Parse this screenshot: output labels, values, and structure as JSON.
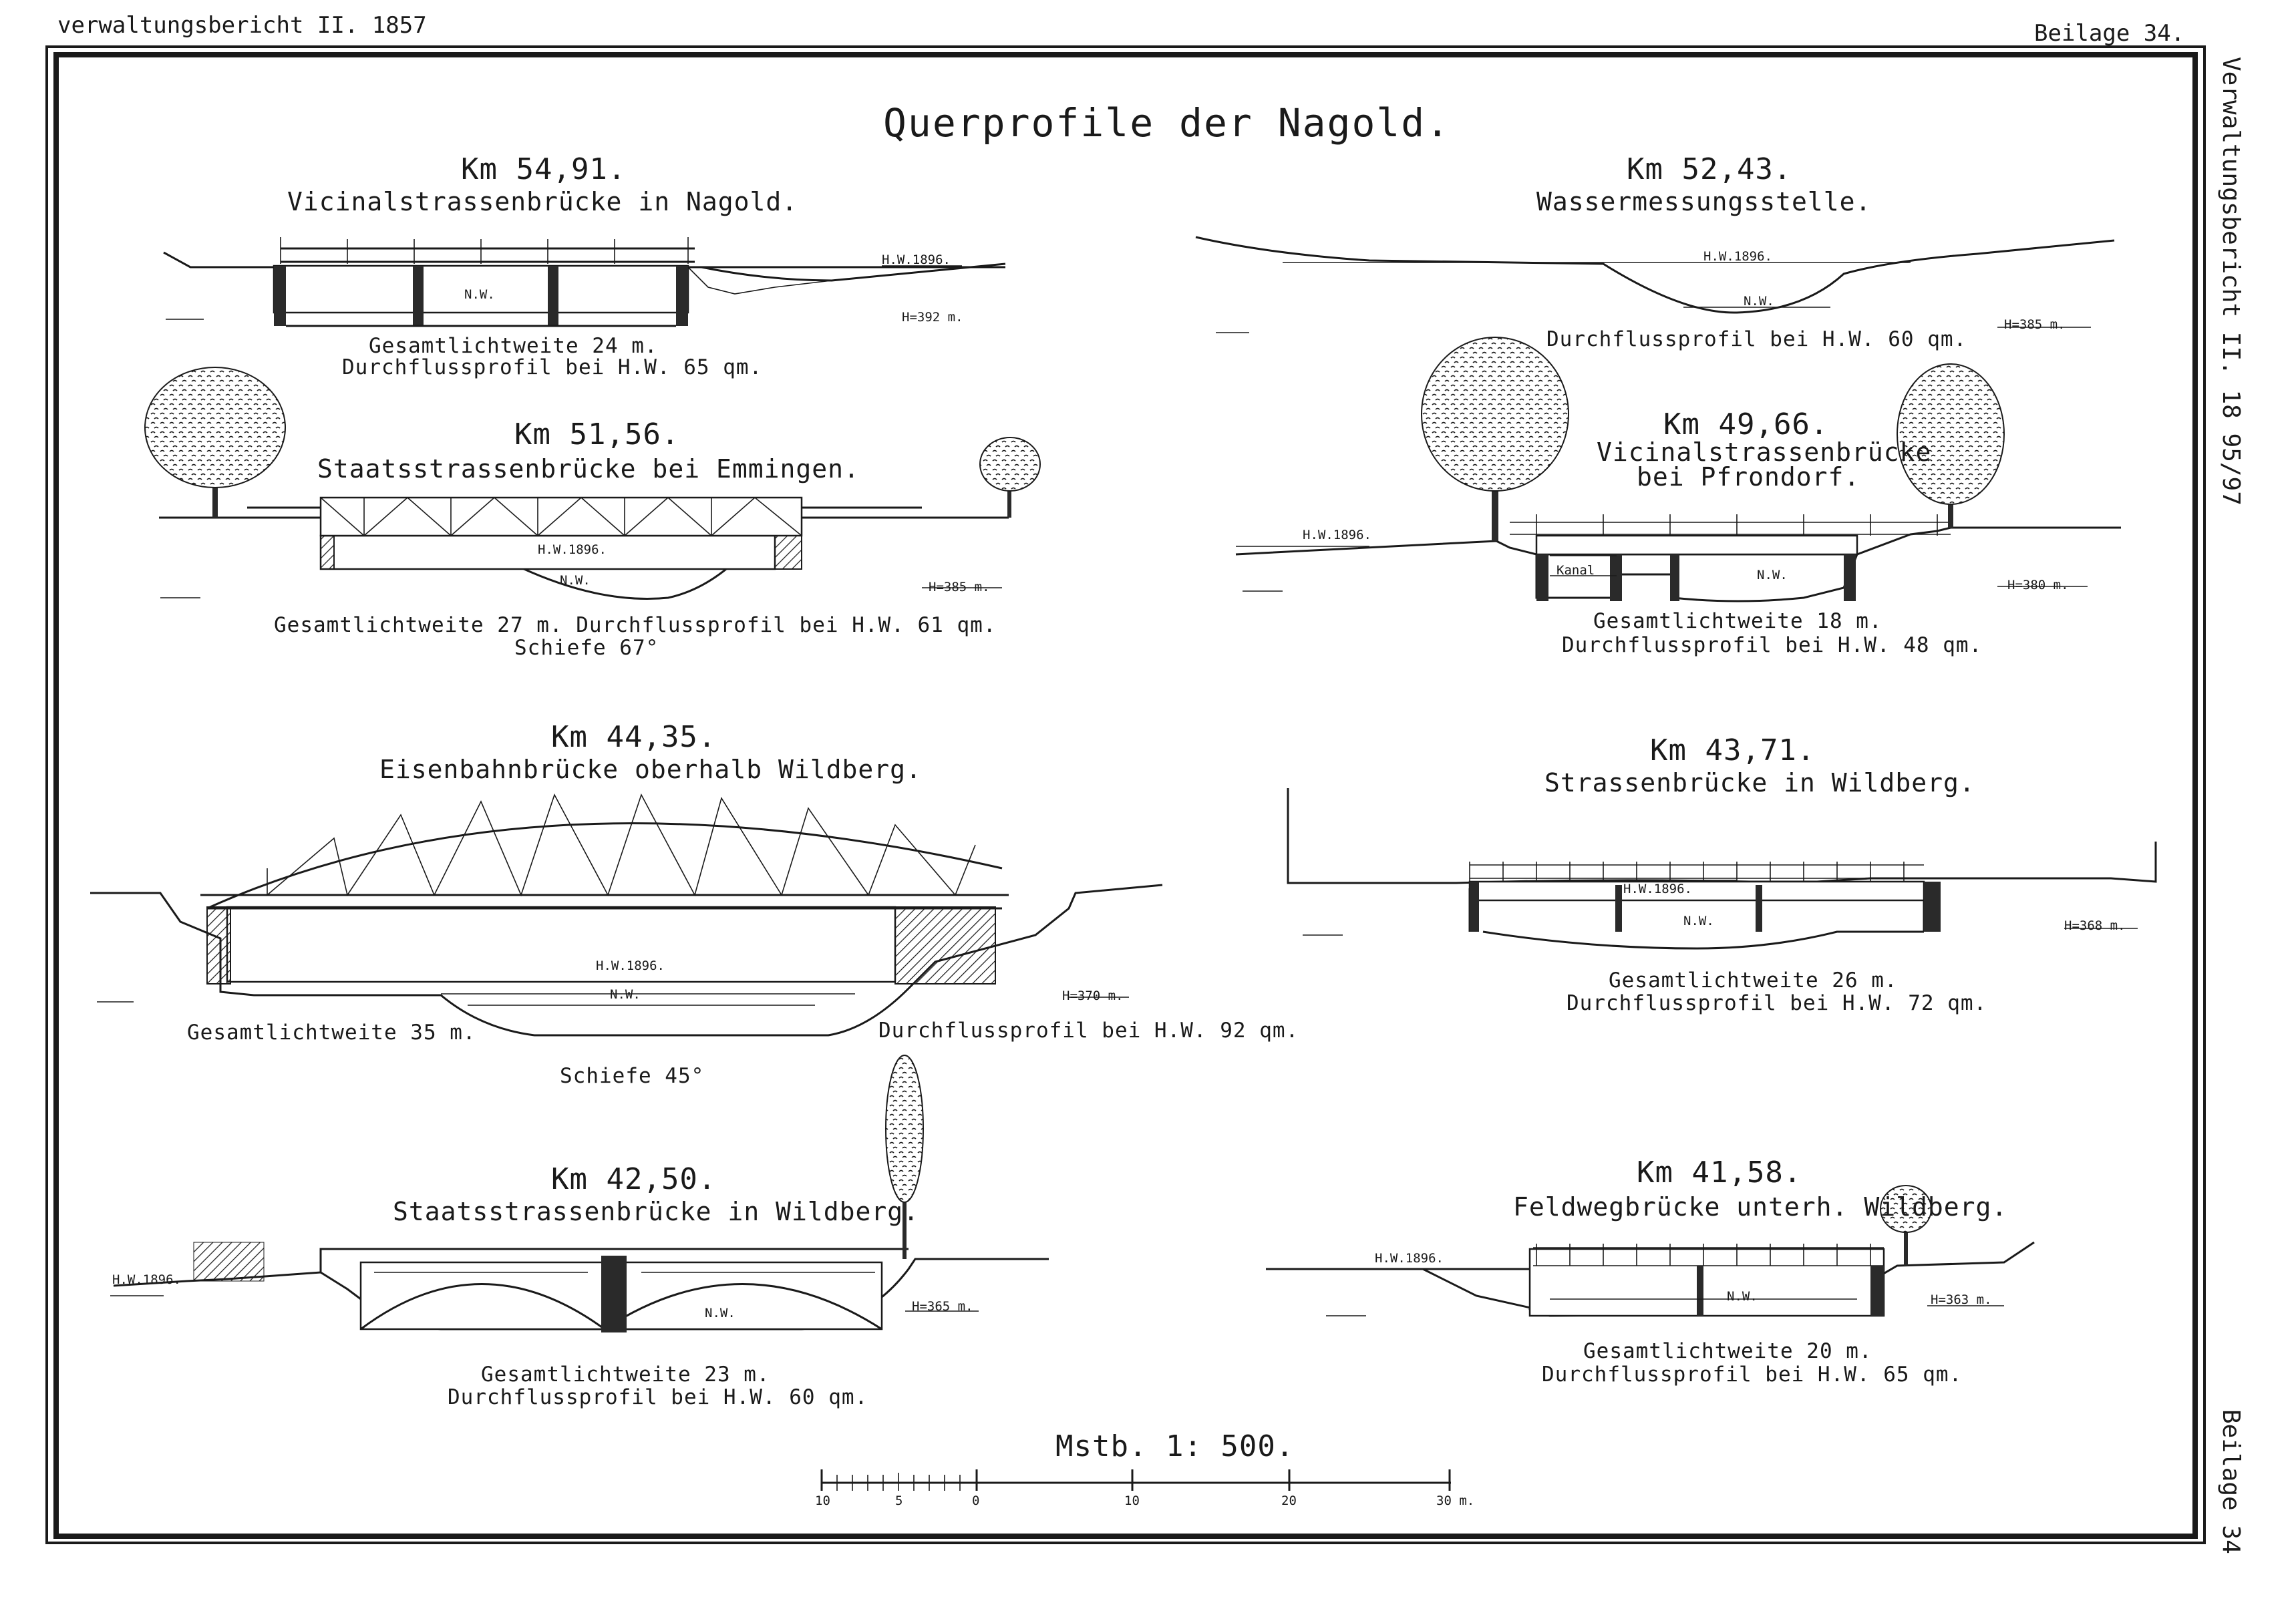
{
  "header": {
    "left": "verwaltungsbericht II. 1857",
    "right": "Beilage 34.",
    "side_top": "Verwaltungsbericht II. 18 95/97",
    "side_bottom": "Beilage 34"
  },
  "title": "Querprofile der Nagold.",
  "profiles": [
    {
      "km": "Km 54,91.",
      "name": "Vicinalstrassenbrücke in Nagold.",
      "hw": "H.W.1896.",
      "nw": "N.W.",
      "h": "H=392 m.",
      "lines": [
        "Gesamtlichtweite 24 m.",
        "Durchflussprofil bei H.W. 65 qm."
      ]
    },
    {
      "km": "Km 52,43.",
      "name": "Wassermessungsstelle.",
      "hw": "H.W.1896.",
      "nw": "N.W.",
      "h": "H=385 m.",
      "lines": [
        "Durchflussprofil bei H.W. 60 qm."
      ]
    },
    {
      "km": "Km 51,56.",
      "name": "Staatsstrassenbrücke bei Emmingen.",
      "hw": "H.W.1896.",
      "nw": "N.W.",
      "h": "H=385 m.",
      "lines": [
        "Gesamtlichtweite 27 m.   Durchflussprofil bei H.W. 61 qm.",
        "Schiefe 67°"
      ]
    },
    {
      "km": "Km 49,66.",
      "name": "Vicinalstrassenbrücke",
      "name2": "bei Pfrondorf.",
      "hw": "H.W.1896.",
      "nw": "N.W.",
      "kanal": "Kanal",
      "h": "H=380 m.",
      "lines": [
        "Gesamtlichtweite 18 m.",
        "Durchflussprofil bei H.W. 48 qm."
      ]
    },
    {
      "km": "Km 44,35.",
      "name": "Eisenbahnbrücke oberhalb Wildberg.",
      "hw": "H.W.1896.",
      "nw": "N.W.",
      "h": "H=370 m.",
      "lines": [
        "Gesamtlichtweite 35 m.",
        "Durchflussprofil bei H.W. 92 qm.",
        "Schiefe 45°"
      ]
    },
    {
      "km": "Km 43,71.",
      "name": "Strassenbrücke in Wildberg.",
      "hw": "H.W.1896.",
      "nw": "N.W.",
      "h": "H=368 m.",
      "lines": [
        "Gesamtlichtweite 26 m.",
        "Durchflussprofil bei H.W. 72 qm."
      ]
    },
    {
      "km": "Km 42,50.",
      "name": "Staatsstrassenbrücke in Wildberg.",
      "hw": "H.W.1896.",
      "nw": "N.W.",
      "h": "H=365 m.",
      "lines": [
        "Gesamtlichtweite 23 m.",
        "Durchflussprofil bei H.W. 60 qm."
      ]
    },
    {
      "km": "Km 41,58.",
      "name": "Feldwegbrücke unterh. Wildberg.",
      "hw": "H.W.1896.",
      "nw": "N.W.",
      "h": "H=363 m.",
      "lines": [
        "Gesamtlichtweite 20 m.",
        "Durchflussprofil bei H.W. 65 qm."
      ]
    }
  ],
  "scale": {
    "label": "Mstb. 1: 500.",
    "ticks": [
      "10",
      "5",
      "0",
      "10",
      "20",
      "30 m."
    ]
  }
}
